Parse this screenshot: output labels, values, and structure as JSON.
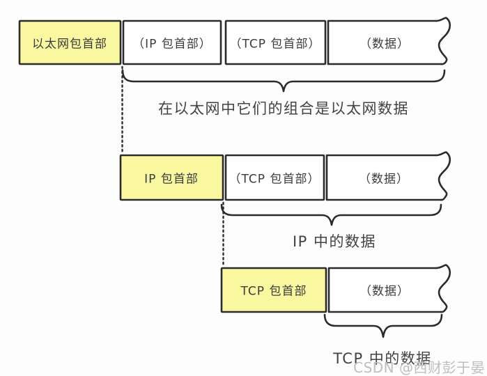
{
  "colors": {
    "background": "#fdfdfd",
    "highlight_fill": "#f9f7a0",
    "box_fill": "#ffffff",
    "line": "#2b2b2b",
    "text": "#3b3b3b",
    "watermark": "#bfbebe"
  },
  "diagram": {
    "type": "encapsulation-diagram",
    "rows": [
      {
        "name": "ethernet-frame",
        "boxes": [
          {
            "label": "以太网包首部",
            "highlight": true
          },
          {
            "label": "（IP 包首部）",
            "highlight": false
          },
          {
            "label": "（TCP 包首部）",
            "highlight": false
          },
          {
            "label": "（数据）",
            "highlight": false,
            "torn_edge": true
          }
        ],
        "caption": "在以太网中它们的组合是以太网数据"
      },
      {
        "name": "ip-packet",
        "boxes": [
          {
            "label": "IP 包首部",
            "highlight": true
          },
          {
            "label": "（TCP 包首部）",
            "highlight": false
          },
          {
            "label": "（数据）",
            "highlight": false,
            "torn_edge": true
          }
        ],
        "caption": "IP 中的数据"
      },
      {
        "name": "tcp-segment",
        "boxes": [
          {
            "label": "TCP 包首部",
            "highlight": true
          },
          {
            "label": "（数据）",
            "highlight": false,
            "torn_edge": true
          }
        ],
        "caption": "TCP 中的数据"
      }
    ]
  },
  "watermark": "CSDN @西财彭于晏"
}
